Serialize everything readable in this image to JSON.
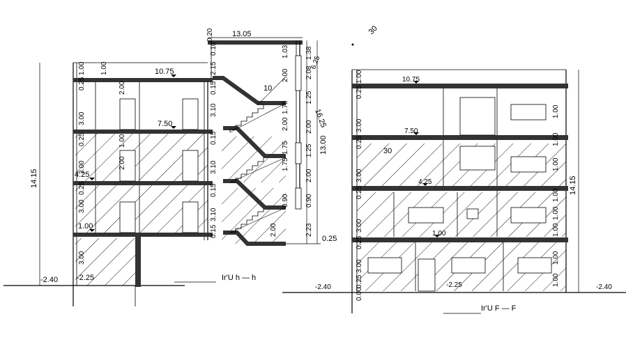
{
  "left_section": {
    "levels": {
      "l1075": "10.75",
      "l750": "7.50",
      "l425": "4.25",
      "l100": "1.00",
      "lm225": "-2.25",
      "lm240": "-2.40"
    },
    "total_height": "14.15",
    "top_width": "13.05",
    "stair_top": "0.20",
    "stair_label_10": "10",
    "stair_total": "16.25",
    "stair_13": "13.00",
    "stair_025": "0.25",
    "vertical_dims_left": [
      "1.00",
      "3.00",
      "0.25",
      "3.00",
      "0.25",
      "3.00",
      "0.25",
      "3.00"
    ],
    "vertical_dims_mid": [
      "1.00",
      "2.00",
      "1.00",
      "2.00"
    ],
    "vertical_dims_stair": [
      "0.10",
      "2.15",
      "0.15",
      "3.10",
      "0.15",
      "3.10",
      "0.15",
      "3.10",
      "0.15"
    ],
    "vertical_dims_right": [
      "1.03",
      "1.38",
      "2.00",
      "1.25",
      "2.00",
      "1.75",
      "2.00",
      "1.25",
      "0.90",
      "2.00",
      "0.90",
      "2.23",
      "2.00"
    ],
    "misc": [
      "6.25",
      "1.75",
      "1.75",
      "2.08"
    ],
    "title": "Ir'U h — h"
  },
  "right_section": {
    "levels": {
      "l1075": "10.75",
      "l750": "7.50",
      "l425": "4.25",
      "l100": "1.00",
      "lm225": "-2.25",
      "lm240a": "-2.40",
      "lm240b": "-2.40"
    },
    "total_height": "14.15",
    "label_30": "30",
    "vertical_dims_left": [
      "1.00",
      "0.25",
      "3.00",
      "0.25",
      "3.00",
      "0.25",
      "3.00",
      "0.25",
      "3.00",
      "0.25",
      "0.00"
    ],
    "vertical_dims_right": [
      "1.00",
      "1.00",
      "1.00",
      "1.00",
      "1.00",
      "1.00",
      "1.00",
      "1.00"
    ],
    "title": "Ir'U F — F"
  },
  "north_angle": "30"
}
